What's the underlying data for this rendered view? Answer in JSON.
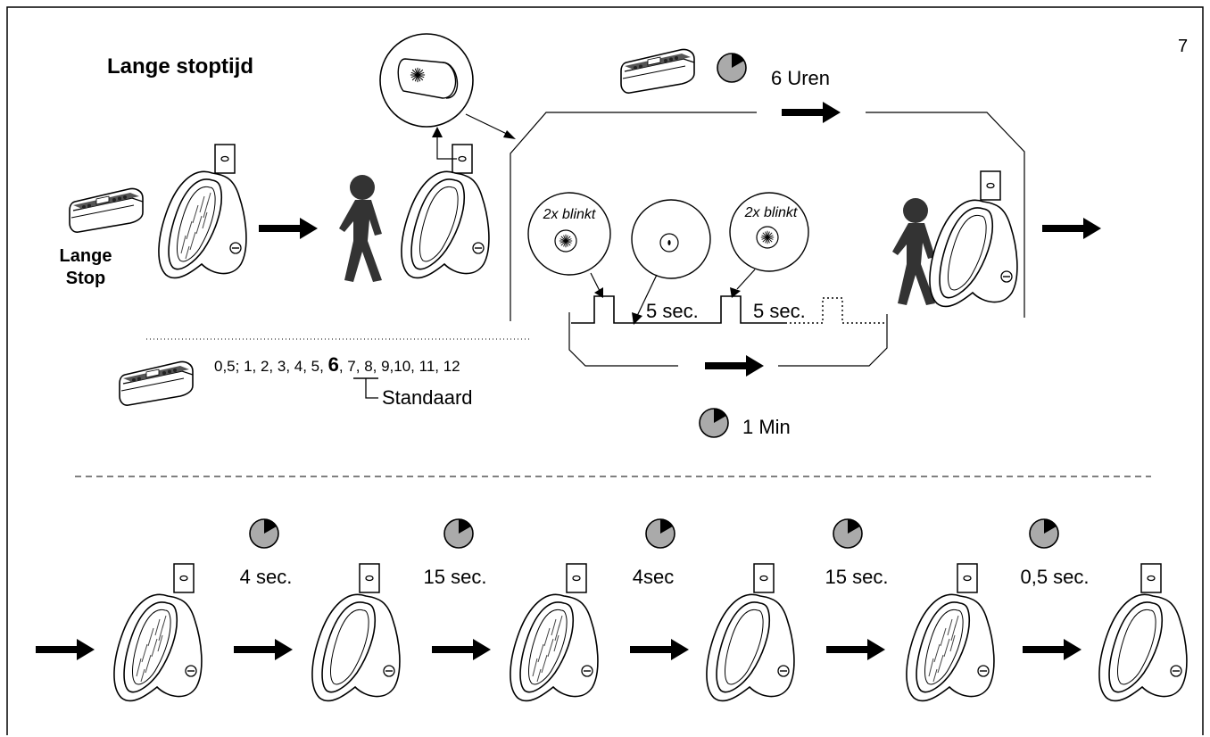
{
  "page_number": "7",
  "title": "Lange stoptijd",
  "remote_label": [
    "Lange",
    "Stop"
  ],
  "top_timer": "6 Uren",
  "blink_label": "2x blinkt",
  "pulse_interval": "5 sec.",
  "blink_timer": "1 Min",
  "settings_options": {
    "before": "0,5; 1, 2, 3, 4, 5, ",
    "default_value": "6",
    "after": ", 7, 8, 9,10, 11, 12",
    "default_label": "Standaard"
  },
  "sequence_intervals": [
    "4 sec.",
    "15 sec.",
    "4sec",
    "15 sec.",
    "0,5 sec."
  ],
  "urinal_flushing": [
    true,
    false,
    true,
    false,
    true,
    false
  ],
  "colors": {
    "line": "#000000",
    "timer_fill": "#aaaaaa",
    "person": "#333333"
  }
}
